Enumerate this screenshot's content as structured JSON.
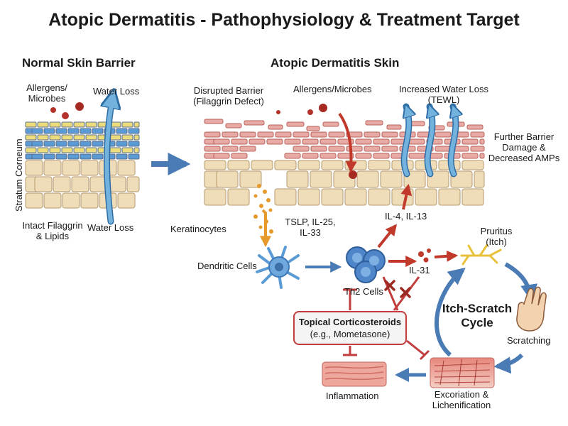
{
  "title": "Atopic Dermatitis - Pathophysiology & Treatment Target",
  "normal": {
    "heading": "Normal Skin Barrier",
    "allergens": "Allergens/\nMicrobes",
    "water_loss_top": "Water Loss",
    "water_loss_bottom": "Water Loss",
    "stratum_corneum": "Stratum Corneum",
    "intact_filaggrin": "Intact Filaggrin\n& Lipids"
  },
  "ad": {
    "heading": "Atopic Dermatitis Skin",
    "disrupted_barrier": "Disrupted Barrier\n(Filaggrin Defect)",
    "allergens": "Allergens/Microbes",
    "tewl": "Increased Water Loss\n(TEWL)",
    "further_damage": "Further Barrier\nDamage &\nDecreased AMPs",
    "keratinocytes": "Keratinocytes",
    "tslp": "TSLP, IL-25,\nIL-33",
    "il4_il13": "IL-4, IL-13",
    "dendritic_cells": "Dendritic Cells",
    "th2_cells": "Th2 Cells",
    "il31": "IL-31",
    "pruritus": "Pruritus\n(Itch)",
    "cycle_label": "Itch-Scratch\nCycle",
    "scratching": "Scratching",
    "excoriation": "Excoriation &\nLichenification",
    "inflammation": "Inflammation"
  },
  "treatment": {
    "name": "Topical Corticosteroids",
    "example": "(e.g., Mometasone)"
  },
  "colors": {
    "lipid_yellow": "#eddc7c",
    "cell_blue": "#5b9bd5",
    "keratinocyte": "#efdcb8",
    "ad_cell": "#e8aaa4",
    "arrow_blue": "#4a7bb5",
    "arrow_red": "#c0392b",
    "water_blue": "#73b2dd"
  }
}
